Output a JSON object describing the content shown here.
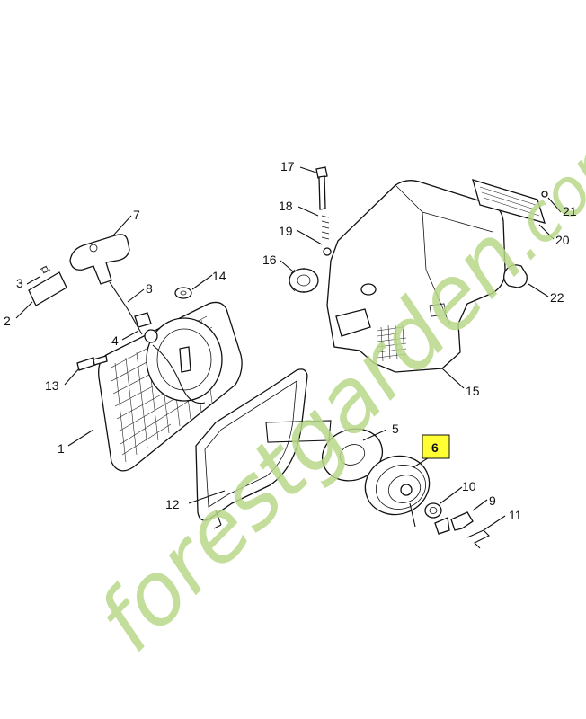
{
  "watermark": {
    "text_main": "forestgarden",
    "text_suffix": ".com",
    "color": "#b9d88a",
    "accent_color": "#f5b84c"
  },
  "highlight": {
    "part": "6",
    "color": "#ffff33"
  },
  "callouts": [
    {
      "id": "1",
      "label": "1"
    },
    {
      "id": "2",
      "label": "2"
    },
    {
      "id": "3",
      "label": "3"
    },
    {
      "id": "4",
      "label": "4"
    },
    {
      "id": "5",
      "label": "5"
    },
    {
      "id": "6",
      "label": "6"
    },
    {
      "id": "7",
      "label": "7"
    },
    {
      "id": "8",
      "label": "8"
    },
    {
      "id": "9",
      "label": "9"
    },
    {
      "id": "10",
      "label": "10"
    },
    {
      "id": "11",
      "label": "11"
    },
    {
      "id": "12",
      "label": "12"
    },
    {
      "id": "13",
      "label": "13"
    },
    {
      "id": "14",
      "label": "14"
    },
    {
      "id": "15",
      "label": "15"
    },
    {
      "id": "16",
      "label": "16"
    },
    {
      "id": "17",
      "label": "17"
    },
    {
      "id": "18",
      "label": "18"
    },
    {
      "id": "19",
      "label": "19"
    },
    {
      "id": "20",
      "label": "20"
    },
    {
      "id": "21",
      "label": "21"
    },
    {
      "id": "22",
      "label": "22"
    }
  ]
}
